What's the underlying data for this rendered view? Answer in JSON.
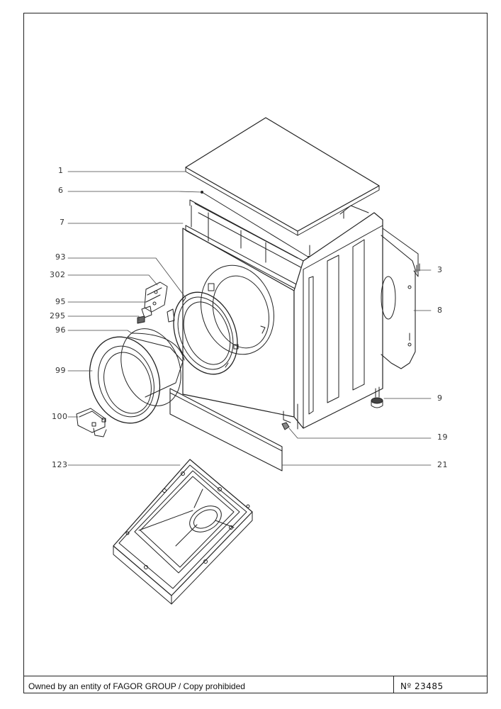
{
  "callouts": {
    "c1": "1",
    "c6": "6",
    "c7": "7",
    "c93": "93",
    "c302": "302",
    "c95": "95",
    "c295": "295",
    "c96": "96",
    "c99": "99",
    "c100": "100",
    "c123": "123",
    "c3": "3",
    "c8": "8",
    "c9": "9",
    "c19": "19",
    "c21": "21"
  },
  "footer": {
    "owner": "Owned by an entity of FAGOR GROUP / Copy prohibided",
    "doc_number": "Nº 23485"
  }
}
